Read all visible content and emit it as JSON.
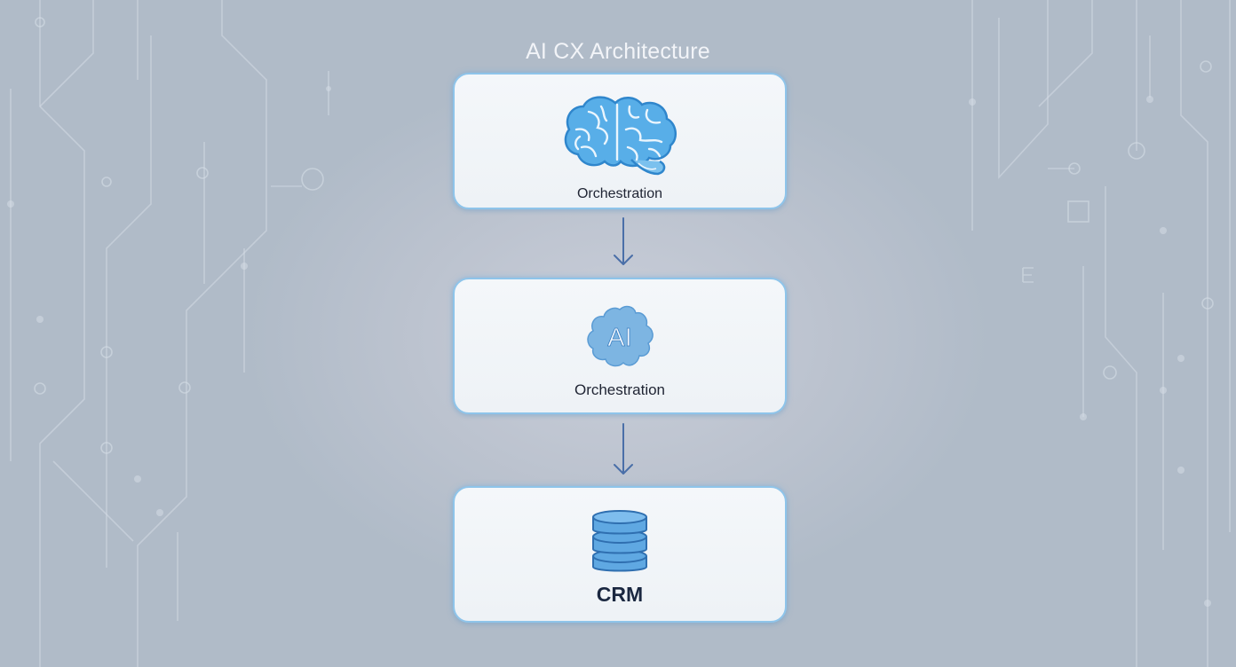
{
  "diagram": {
    "title": "AI CX Architecture",
    "nodes": [
      {
        "label": "Orchestration",
        "icon": "brain-icon"
      },
      {
        "label": "Orchestration",
        "icon": "ai-cloud-icon",
        "icon_text": "AI"
      },
      {
        "label": "CRM",
        "icon": "database-icon"
      }
    ],
    "edges": [
      {
        "from": 0,
        "to": 1
      },
      {
        "from": 1,
        "to": 2
      }
    ]
  },
  "colors": {
    "accent": "#3f9fe0",
    "node_border": "#8ec4ea",
    "arrow": "#4a6fa8",
    "label": "#1f2433"
  }
}
